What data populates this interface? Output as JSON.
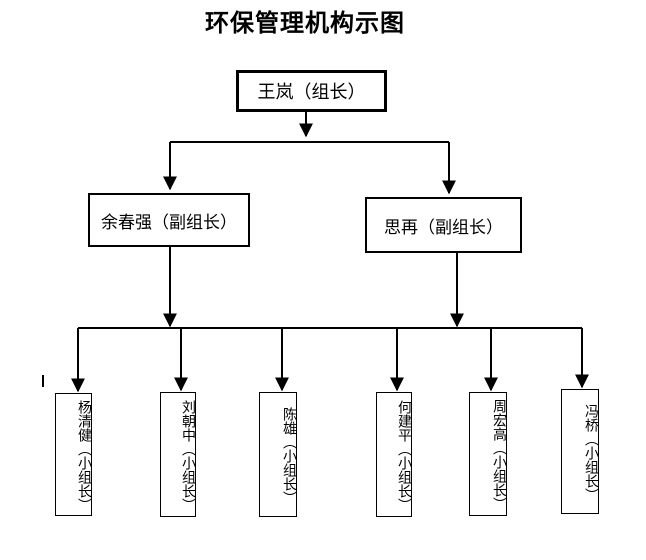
{
  "title": "环保管理机构示图",
  "leader": {
    "label": "王岚（组长）"
  },
  "deputies": [
    {
      "label": "余春强（副组长）"
    },
    {
      "label": "思再（副组长）"
    }
  ],
  "team_leads": [
    {
      "label": "杨清健（小组长）"
    },
    {
      "label": "刘朝中（小组长）"
    },
    {
      "label": "陈雄（小组长）"
    },
    {
      "label": "何建平（小组长）"
    },
    {
      "label": "周宏高（小组长）"
    },
    {
      "label": "冯桥（小组长）"
    }
  ]
}
